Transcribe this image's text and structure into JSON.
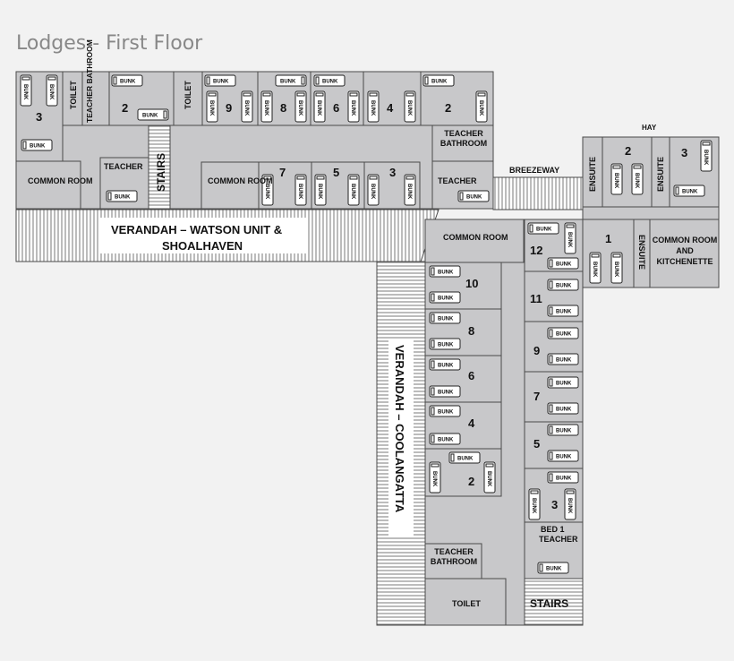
{
  "title": "Lodges - First Floor",
  "labels": {
    "bunk": "BUNK",
    "toilet": "TOILET",
    "teacher_bathroom_v": "TEACHER BATHROOM",
    "teacher_bathroom": "TEACHER BATHROOM",
    "common_room": "COMMON ROOM",
    "teacher": "TEACHER",
    "stairs": "STAIRS",
    "breezeway": "BREEZEWAY",
    "hay": "HAY",
    "ensuite": "ENSUITE",
    "common_room_kitchenette": "COMMON ROOM AND KITCHENETTE",
    "verandah_watson_1": "VERANDAH – WATSON UNIT &",
    "verandah_watson_2": "SHOALHAVEN",
    "verandah_coolangatta": "VERANDAH – COOLANGATTA",
    "bed1_teacher_1": "BED 1",
    "bed1_teacher_2": "TEACHER"
  },
  "rooms": {
    "top": [
      "3",
      "2",
      "9",
      "8",
      "6",
      "4",
      "2"
    ],
    "mid": [
      "7",
      "5",
      "3"
    ],
    "hay": [
      "2",
      "3",
      "1"
    ],
    "left_wing": [
      "10",
      "8",
      "6",
      "4",
      "2"
    ],
    "right_wing": [
      "12",
      "11",
      "9",
      "7",
      "5",
      "3"
    ]
  },
  "colors": {
    "room_fill": "#c8c8ca",
    "wall": "#4a4a4a",
    "background": "#f2f2f2",
    "title": "#888888"
  }
}
